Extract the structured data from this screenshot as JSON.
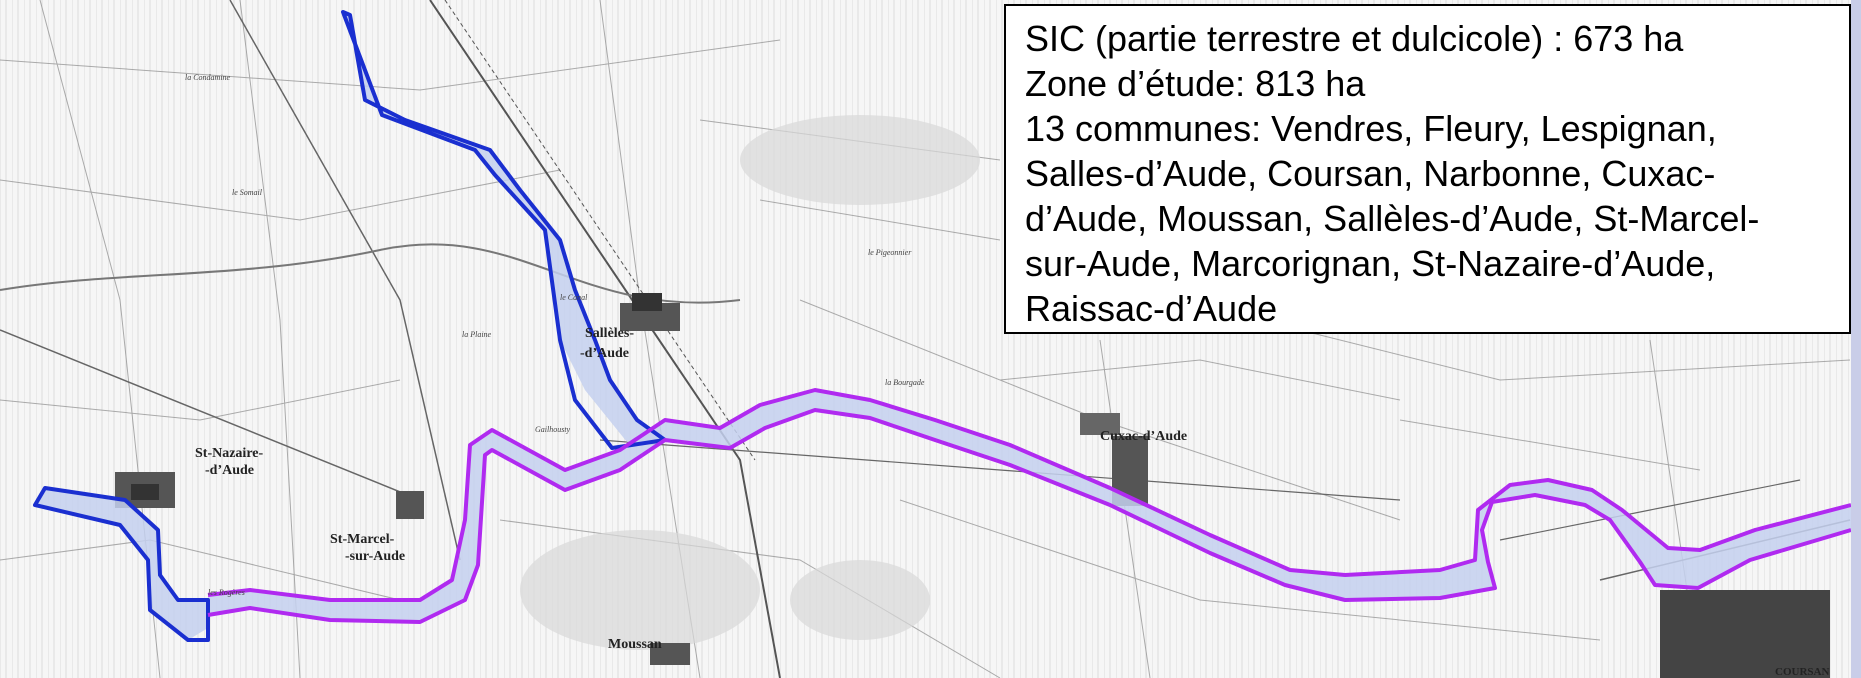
{
  "info_box": {
    "lines": [
      "SIC (partie terrestre et dulcicole) : 673 ha",
      "Zone d’étude: 813 ha",
      "13 communes: Vendres, Fleury, Lespignan,",
      "Salles-d’Aude, Coursan, Narbonne, Cuxac-",
      "d’Aude, Moussan, Sallèles-d’Aude, St-Marcel-",
      "sur-Aude, Marcorignan, St-Nazaire-d’Aude,",
      "Raissac-d’Aude"
    ]
  },
  "map": {
    "towns": {
      "sallelles_1": "Sallèles-",
      "sallelles_2": "-d’Aude",
      "cuxac": "Cuxac-d’Aude",
      "st_nazaire_1": "St-Nazaire-",
      "st_nazaire_2": "-d’Aude",
      "st_marcel_1": "St-Marcel-",
      "st_marcel_2": "-sur-Aude",
      "moussan": "Moussan",
      "coursan": "COURSAN"
    },
    "places": {
      "le_somail": "le Somail",
      "la_condamine": "la Condamine",
      "le_pigeonnier": "le Pigeonnier",
      "la_bourgade": "la Bourgade",
      "gailhousty": "Gailhousty",
      "les_rogeres": "les Rogères",
      "la_plaine": "la Plaine",
      "le_canal": "le Canal"
    },
    "legend_colors": {
      "sic_boundary": "#1a2fd0",
      "study_zone_boundary": "#b02af0",
      "zone_fill": "#c4d0ee"
    }
  }
}
